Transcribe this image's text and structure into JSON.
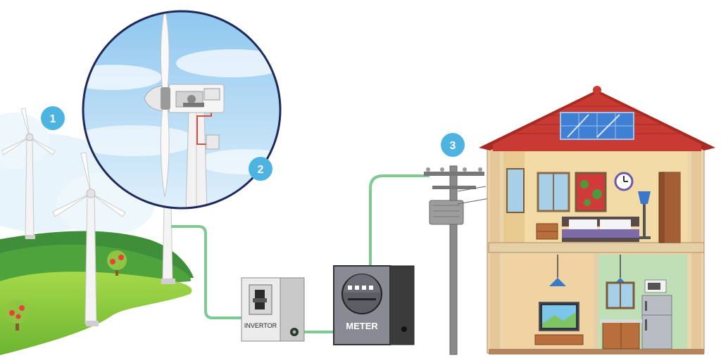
{
  "markers": [
    "1",
    "2",
    "3"
  ],
  "labels": {
    "inverter": "INVERTOR",
    "meter": "METER"
  },
  "colors": {
    "marker": "#4db3e0",
    "cable": "#7fc994",
    "roof": "#c93a32",
    "hill": "#8cc63f",
    "solar": "#3f7fd4"
  }
}
